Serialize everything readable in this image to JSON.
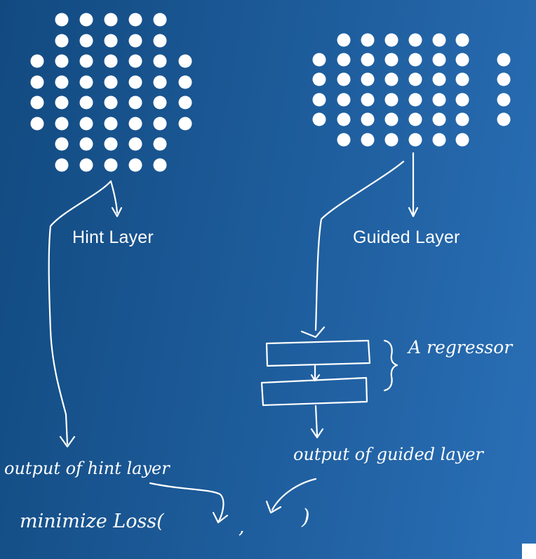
{
  "colors": {
    "background_start": "#124a80",
    "background_end": "#2a6fb6",
    "ink": "#ffffff"
  },
  "hint_layer": {
    "label": "Hint Layer",
    "output_label": "output of hint layer"
  },
  "guided_layer": {
    "label": "Guided Layer",
    "output_label": "output of guided layer"
  },
  "regressor": {
    "label": "A regressor",
    "bracket_icon": "curly-brace-icon"
  },
  "loss": {
    "text": "minimize Loss(",
    "comma": ",",
    "close_paren": ")"
  }
}
